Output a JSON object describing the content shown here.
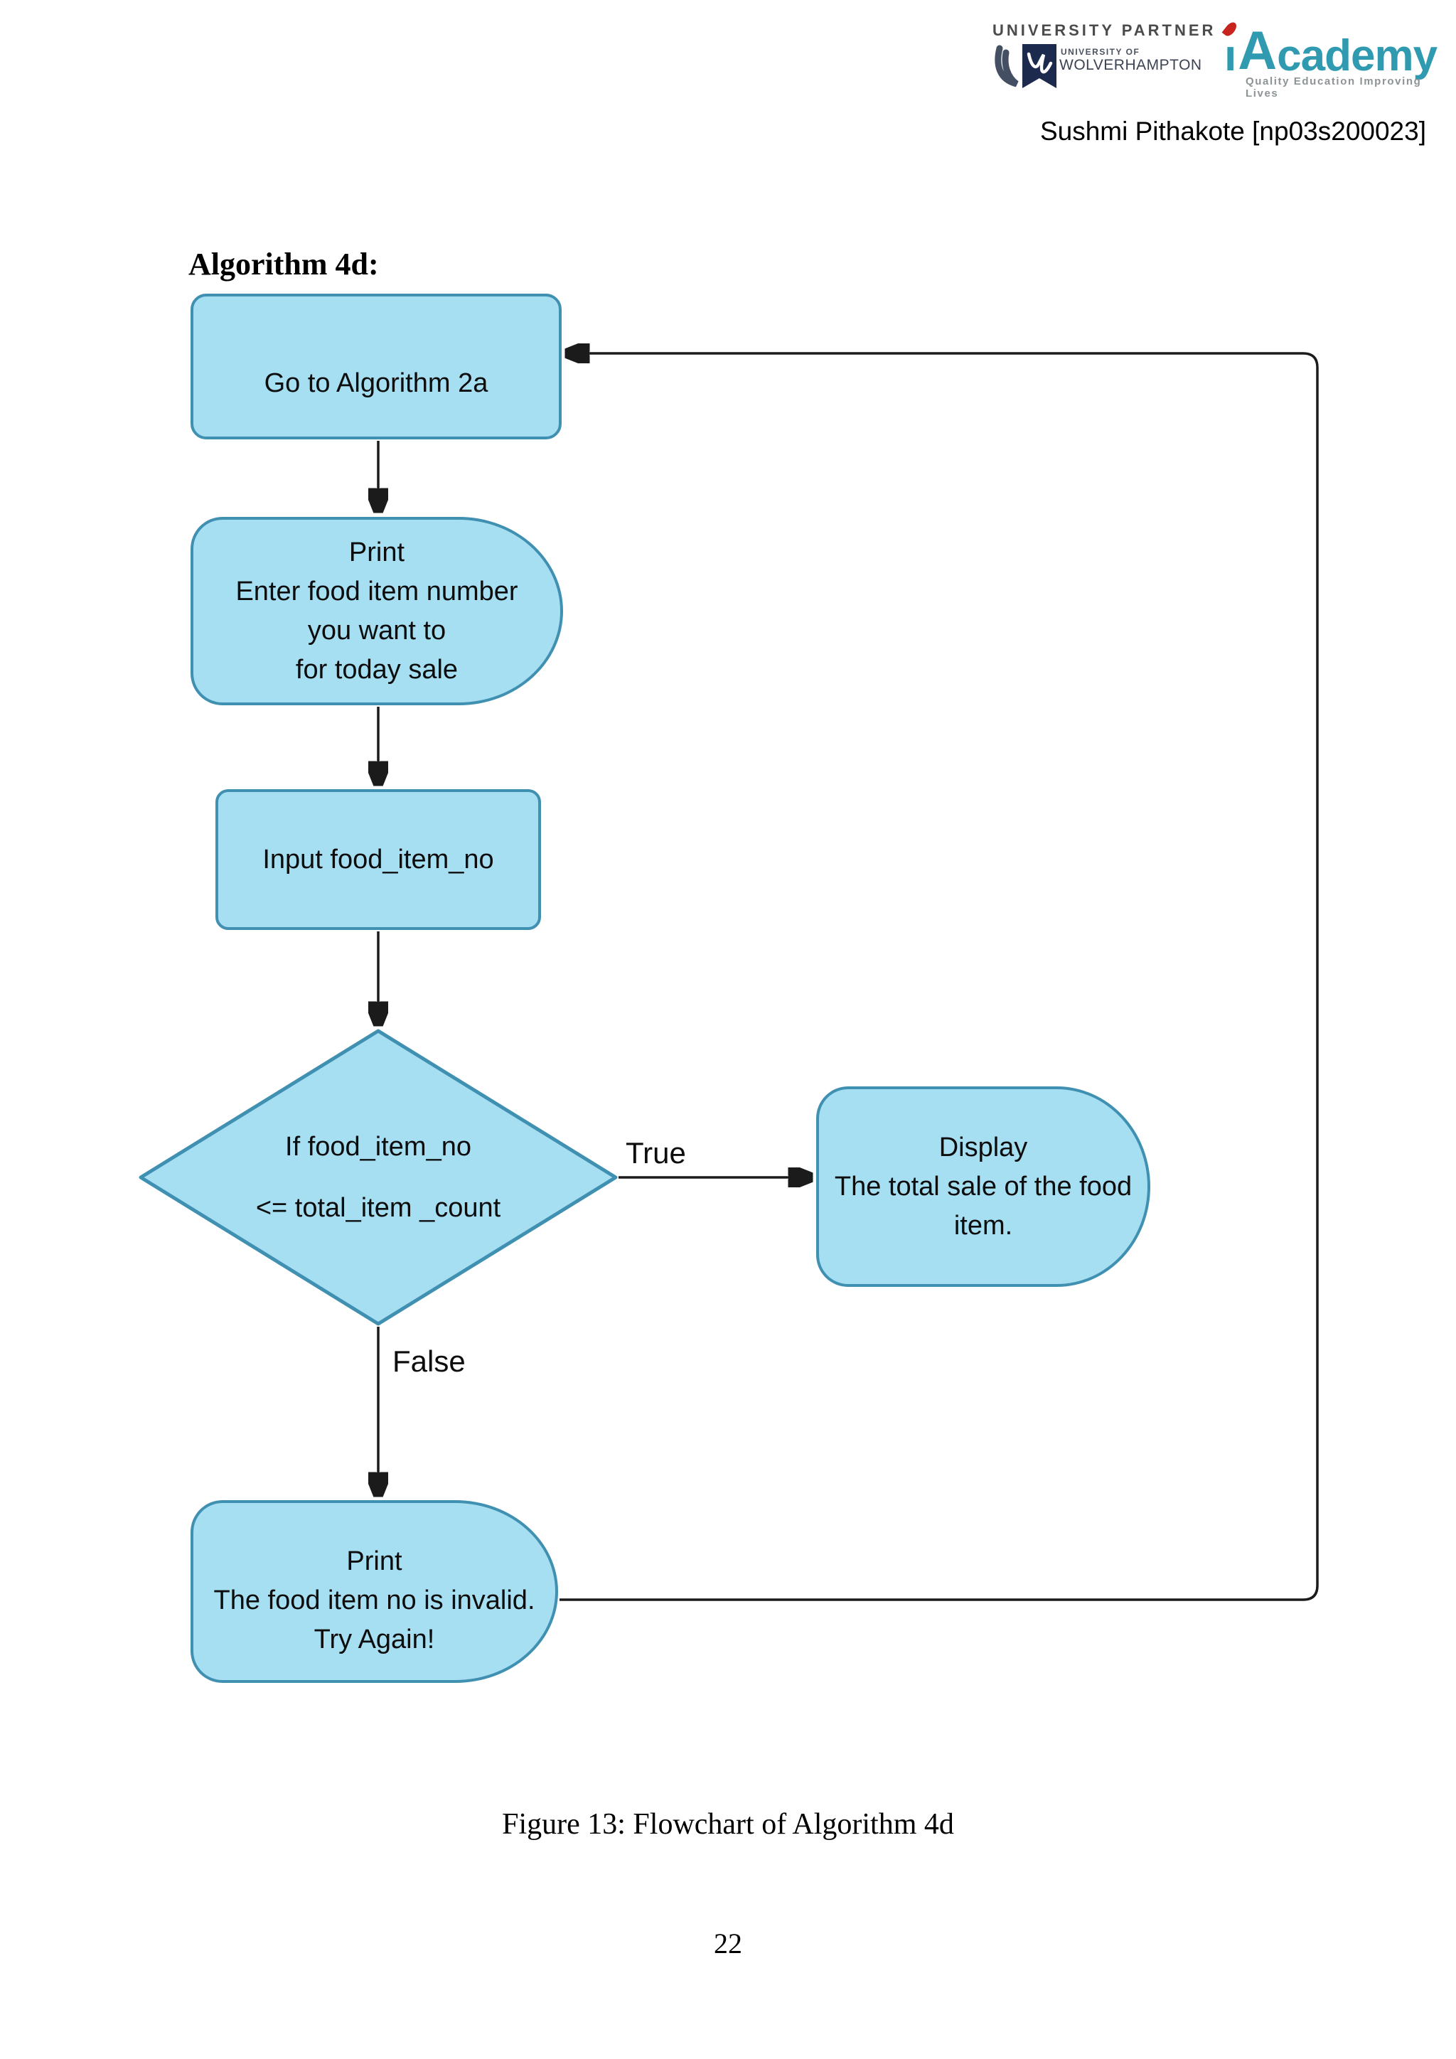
{
  "header": {
    "partner_label": "UNIVERSITY PARTNER",
    "university_logo": {
      "line1": "UNIVERSITY OF",
      "line2": "WOLVERHAMPTON"
    },
    "academy_logo": {
      "i": "ı",
      "a": "A",
      "rest": "cademy",
      "tagline": "Quality Education Improving Lives"
    },
    "student": "Sushmi Pithakote [np03s200023]"
  },
  "title": "Algorithm 4d:",
  "flowchart": {
    "nodes": [
      {
        "id": "start",
        "type": "rounded-rect",
        "lines": [
          "Go to Algorithm 2a"
        ]
      },
      {
        "id": "print-prompt",
        "type": "delay",
        "lines": [
          "Print",
          "Enter food item number",
          "you want to",
          "for today sale"
        ]
      },
      {
        "id": "input",
        "type": "rect",
        "lines": [
          "Input food_item_no"
        ]
      },
      {
        "id": "decision",
        "type": "diamond",
        "lines": [
          "If food_item_no",
          "<= total_item _count"
        ]
      },
      {
        "id": "display",
        "type": "delay",
        "lines": [
          "Display",
          "The total sale of the food",
          "item."
        ]
      },
      {
        "id": "print-invalid",
        "type": "delay",
        "lines": [
          "Print",
          "The food item no is invalid.",
          "Try Again!"
        ]
      }
    ],
    "labels": {
      "true": "True",
      "false": "False"
    },
    "connections": [
      {
        "from": "start",
        "to": "print-prompt"
      },
      {
        "from": "print-prompt",
        "to": "input"
      },
      {
        "from": "input",
        "to": "decision"
      },
      {
        "from": "decision",
        "to": "display",
        "label": "True"
      },
      {
        "from": "decision",
        "to": "print-invalid",
        "label": "False"
      },
      {
        "from": "print-invalid",
        "to": "start",
        "label": ""
      }
    ]
  },
  "caption": "Figure 13: Flowchart of Algorithm 4d",
  "page_number": "22",
  "colors": {
    "node_fill": "#a6def2",
    "node_border": "#4090b2",
    "connector": "#1b1b1b",
    "academy_teal": "#2f9ab0",
    "academy_red": "#c8241e",
    "uow_navy": "#1c2a4d"
  }
}
